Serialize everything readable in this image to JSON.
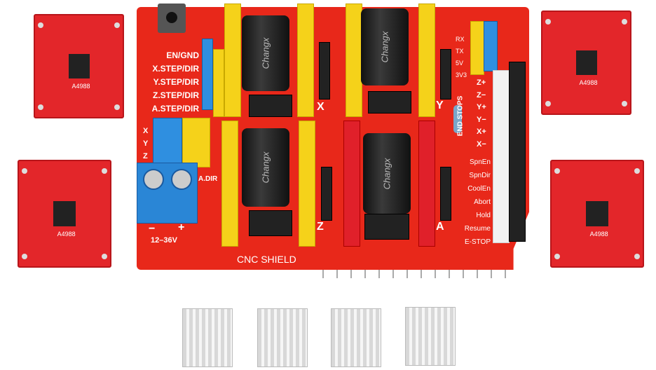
{
  "board": {
    "name": "CNC SHIELD",
    "left_labels": [
      "EN/GND",
      "X.STEP/DIR",
      "Y.STEP/DIR",
      "Z.STEP/DIR",
      "A.STEP/DIR"
    ],
    "axis_small": [
      "X",
      "Y",
      "Z"
    ],
    "power": {
      "minus": "−",
      "plus": "+",
      "voltage": "12–36V"
    },
    "a_dir": "A.DIR",
    "driver_slots": [
      "X",
      "Y",
      "Z",
      "A"
    ],
    "serial": [
      "RX",
      "TX",
      "5V",
      "3V3"
    ],
    "end_stops_title": "END STOPS",
    "end_stops": [
      "Z+",
      "Z−",
      "Y+",
      "Y−",
      "X+",
      "X−"
    ],
    "controls": [
      "SpnEn",
      "SpnDir",
      "CoolEn",
      "Abort",
      "Hold",
      "Resume",
      "E-STOP"
    ],
    "capacitor_brand": "Changx"
  },
  "drivers": {
    "model": "A4988"
  },
  "colors": {
    "pcb": "#e8281a",
    "header_yellow": "#f5d21a",
    "header_blue": "#2f8fe0"
  }
}
